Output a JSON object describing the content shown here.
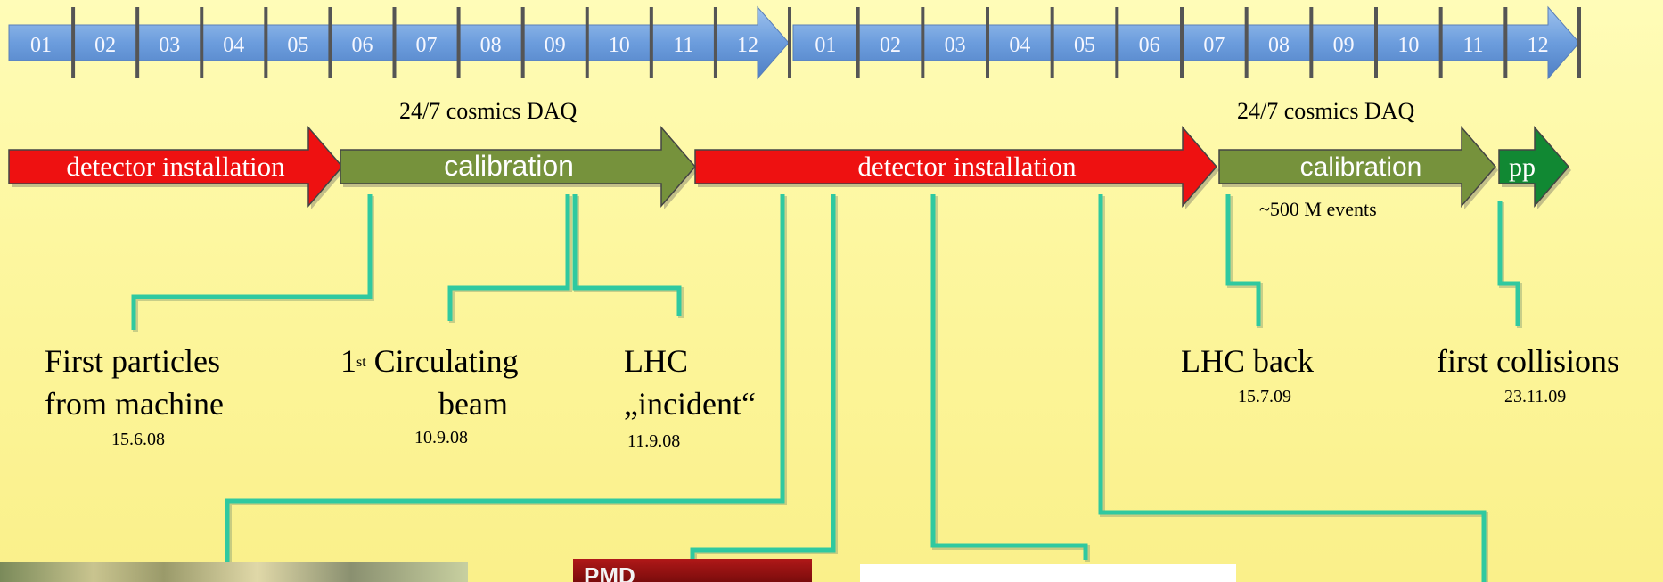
{
  "months": [
    "01",
    "02",
    "03",
    "04",
    "05",
    "06",
    "07",
    "08",
    "09",
    "10",
    "11",
    "12"
  ],
  "phases": [
    {
      "label": "detector installation",
      "color": "#ee1111"
    },
    {
      "label": "calibration",
      "color": "#76923c"
    },
    {
      "label": "detector installation",
      "color": "#ee1111"
    },
    {
      "label": "calibration",
      "color": "#76923c"
    },
    {
      "label": "pp",
      "color": "#118833"
    }
  ],
  "colors": {
    "timeline": "#6c9ddd",
    "connector": "#2fc9a0",
    "arrow_outline": "#444444"
  },
  "annotations": {
    "daq_1": "24/7 cosmics DAQ",
    "daq_2": "24/7 cosmics DAQ",
    "events": "~500 M events"
  },
  "milestones": {
    "first_particles": {
      "line1": "First particles",
      "line2": "from machine",
      "date": "15.6.08"
    },
    "circulating": {
      "sup": "st",
      "prefix": "1",
      "line1": " Circulating",
      "line2": "beam",
      "date": "10.9.08"
    },
    "incident": {
      "line1": "LHC",
      "line2": "„incident“",
      "date": "11.9.08"
    },
    "lhc_back": {
      "line1": "LHC back",
      "date": "15.7.09"
    },
    "first_collisions": {
      "line1": "first collisions",
      "date": "23.11.09"
    }
  },
  "photo_text": {
    "pmd": "PMD"
  }
}
